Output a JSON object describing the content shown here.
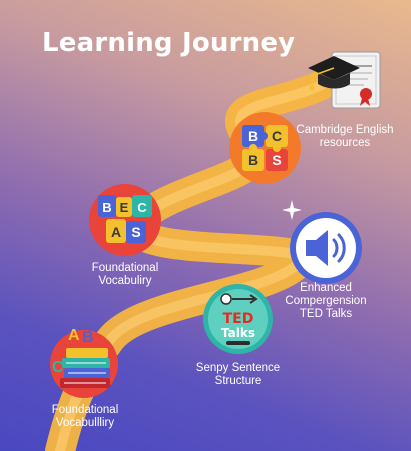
{
  "title": "Learning Journey",
  "milestones": [
    {
      "label": "Cambridge English resources",
      "icon": "graduation-cap-diploma-icon"
    },
    {
      "label": "BCBS",
      "icon": "puzzle-blocks-icon",
      "tiles": [
        "B",
        "C",
        "B",
        "S"
      ]
    },
    {
      "label": "Foundational Vocabuliry",
      "icon": "letter-puzzle-icon",
      "tiles": [
        "B",
        "E",
        "C",
        "A",
        "S"
      ]
    },
    {
      "label": "Enhanced Compergension TED Talks",
      "icon": "speaker-icon"
    },
    {
      "label": "Senpy Sentence Structure",
      "icon": "ted-talks-icon",
      "badge_line1": "TED",
      "badge_line2": "Talks"
    },
    {
      "label": "Foundational Vocabullliry",
      "icon": "abc-books-icon",
      "letters": [
        "A",
        "B",
        "C"
      ]
    }
  ],
  "colors": {
    "path": "#f7b640",
    "path_light": "#ffd27a",
    "red": "#e8443a",
    "orange": "#f27a2a",
    "blue": "#4a63d6",
    "teal": "#2fb5a8"
  }
}
